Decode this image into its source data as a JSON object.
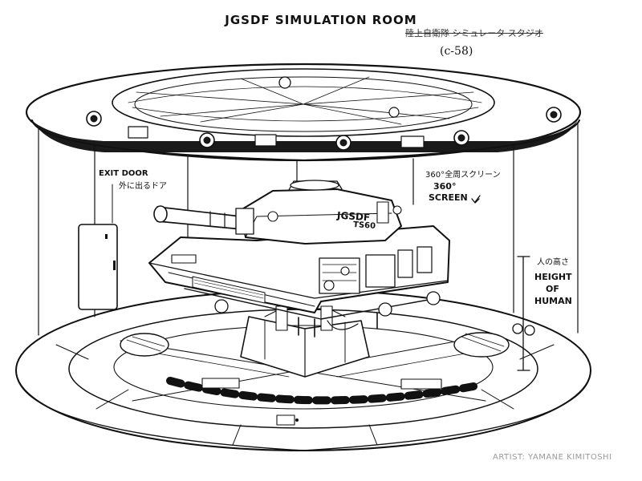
{
  "title": "JGSDF SIMULATION ROOM",
  "annotations": {
    "jp_strikethrough": "陸上自衛隊 シミュレータ スタジオ",
    "reference": "(c-58)",
    "exit_door": "EXIT DOOR",
    "exit_door_jp": "外に出るドア",
    "screen_jp": "360°全周スクリーン",
    "screen_degrees": "360°",
    "screen_label": "SCREEN",
    "human_jp": "人の高さ",
    "human_line1": "HEIGHT",
    "human_line2": "OF",
    "human_line3": "HUMAN"
  },
  "tank_marking": {
    "line1": "JGSDF",
    "line2": "TS60"
  },
  "credit": "ARTIST: YAMANE KIMITOSHI",
  "colors": {
    "ink": "#111111",
    "paper": "#ffffff",
    "credit_gray": "#9a9a9a"
  }
}
